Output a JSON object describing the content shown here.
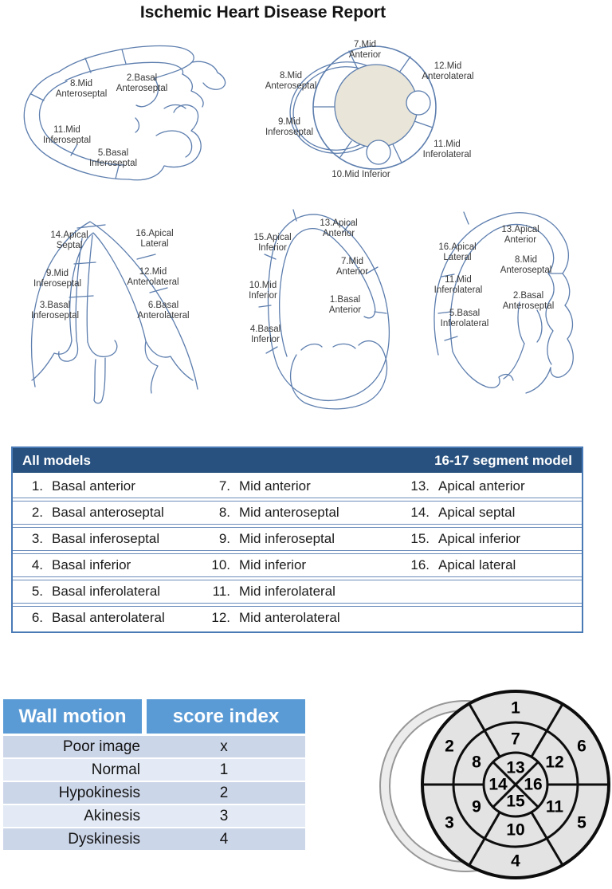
{
  "title": "Ischemic Heart Disease Report",
  "colors": {
    "segment_table_header_bg": "#28517f",
    "segment_table_border": "#4a7ab5",
    "wall_motion_header_bg": "#5b9bd5",
    "wall_motion_row_dark": "#ccd6e9",
    "wall_motion_row_light": "#e3eaf5",
    "diagram_stroke": "#5d7eae",
    "sax_cavity_fill": "#e9e5d8",
    "bullseye_fill": "#e3e3e3"
  },
  "diagrams": {
    "plax": {
      "labels": [
        [
          "8.Mid",
          "Anteroseptal"
        ],
        [
          "2.Basal",
          "Anteroseptal"
        ],
        [
          "11.Mid",
          "Inferoseptal"
        ],
        [
          "5.Basal",
          "Inferoseptal"
        ]
      ]
    },
    "sax_mid": {
      "labels": [
        [
          "7.Mid",
          "Anterior"
        ],
        [
          "12.Mid",
          "Anterolateral"
        ],
        [
          "8.Mid",
          "Anteroseptal"
        ],
        [
          "9.Mid",
          "Inferoseptal"
        ],
        [
          "11.Mid",
          "Inferolateral"
        ],
        [
          "10.Mid Inferior",
          ""
        ]
      ]
    },
    "ch4": {
      "labels": [
        [
          "14.Apical",
          "Septal"
        ],
        [
          "16.Apical",
          "Lateral"
        ],
        [
          "9.Mid",
          "Inferoseptal"
        ],
        [
          "12.Mid",
          "Anterolateral"
        ],
        [
          "3.Basal",
          "Inferoseptal"
        ],
        [
          "6.Basal",
          "Anterolateral"
        ]
      ]
    },
    "ch2": {
      "labels": [
        [
          "13.Apical",
          "Anterior"
        ],
        [
          "15.Apical",
          "Inferior"
        ],
        [
          "7.Mid",
          "Anterior"
        ],
        [
          "10.Mid",
          "Inferior"
        ],
        [
          "1.Basal",
          "Anterior"
        ],
        [
          "4.Basal",
          "Inferior"
        ]
      ]
    },
    "ch3": {
      "labels": [
        [
          "13.Apical",
          "Anterior"
        ],
        [
          "16.Apical",
          "Lateral"
        ],
        [
          "8.Mid",
          "Anteroseptal"
        ],
        [
          "11.Mid",
          "Inferolateral"
        ],
        [
          "2.Basal",
          "Anteroseptal"
        ],
        [
          "5.Basal",
          "Inferolateral"
        ]
      ]
    }
  },
  "segment_table": {
    "header_left": "All models",
    "header_right": "16-17 segment model",
    "rows": [
      [
        {
          "num": "1.",
          "name": "Basal anterior"
        },
        {
          "num": "7.",
          "name": "Mid anterior"
        },
        {
          "num": "13.",
          "name": "Apical anterior"
        }
      ],
      [
        {
          "num": "2.",
          "name": "Basal anteroseptal"
        },
        {
          "num": "8.",
          "name": "Mid anteroseptal"
        },
        {
          "num": "14.",
          "name": "Apical septal"
        }
      ],
      [
        {
          "num": "3.",
          "name": "Basal inferoseptal"
        },
        {
          "num": "9.",
          "name": "Mid inferoseptal"
        },
        {
          "num": "15.",
          "name": "Apical inferior"
        }
      ],
      [
        {
          "num": "4.",
          "name": "Basal inferior"
        },
        {
          "num": "10.",
          "name": "Mid inferior"
        },
        {
          "num": "16.",
          "name": "Apical lateral"
        }
      ],
      [
        {
          "num": "5.",
          "name": "Basal inferolateral"
        },
        {
          "num": "11.",
          "name": "Mid inferolateral"
        },
        {
          "num": "",
          "name": ""
        }
      ],
      [
        {
          "num": "6.",
          "name": "Basal anterolateral"
        },
        {
          "num": "12.",
          "name": "Mid anterolateral"
        },
        {
          "num": "",
          "name": ""
        }
      ]
    ]
  },
  "wall_motion_table": {
    "header": {
      "col1": "Wall motion",
      "col2": "score index"
    },
    "rows": [
      {
        "label": "Poor image",
        "score": "x"
      },
      {
        "label": "Normal",
        "score": "1"
      },
      {
        "label": "Hypokinesis",
        "score": "2"
      },
      {
        "label": "Akinesis",
        "score": "3"
      },
      {
        "label": "Dyskinesis",
        "score": "4"
      }
    ]
  },
  "bullseye": {
    "outer": [
      "1",
      "2",
      "3",
      "4",
      "5",
      "6"
    ],
    "mid": [
      "7",
      "8",
      "9",
      "10",
      "11",
      "12"
    ],
    "inner": [
      "13",
      "14",
      "15",
      "16"
    ]
  }
}
